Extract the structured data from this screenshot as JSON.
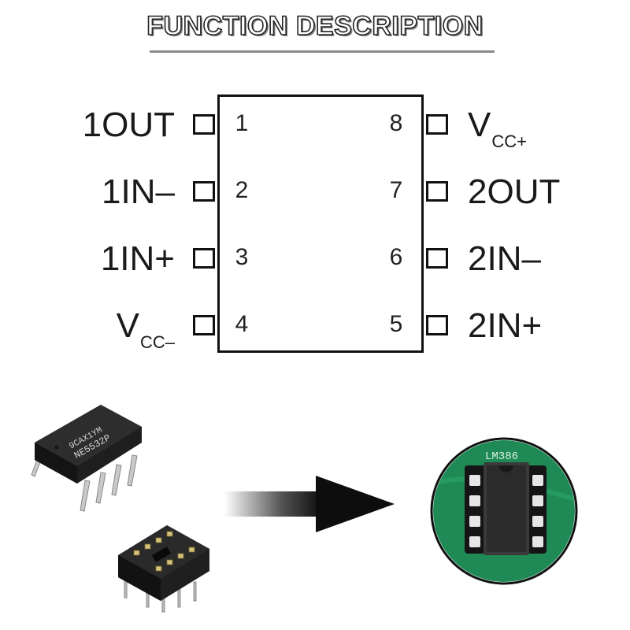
{
  "title": "FUNCTION DESCRIPTION",
  "pins_left": [
    {
      "number": "1",
      "label": "1OUT",
      "sub": ""
    },
    {
      "number": "2",
      "label": "1IN–",
      "sub": ""
    },
    {
      "number": "3",
      "label": "1IN+",
      "sub": ""
    },
    {
      "number": "4",
      "label": "V",
      "sub": "CC–"
    }
  ],
  "pins_right": [
    {
      "number": "8",
      "label": "V",
      "sub": "CC+"
    },
    {
      "number": "7",
      "label": "2OUT",
      "sub": ""
    },
    {
      "number": "6",
      "label": "2IN–",
      "sub": ""
    },
    {
      "number": "5",
      "label": "2IN+",
      "sub": ""
    }
  ],
  "chip_marking": [
    "9CAX1YM",
    "NE5532P"
  ],
  "board_marking": "LM386",
  "colors": {
    "pcb": "#1f8a55",
    "chip": "#2a2a2a",
    "outline": "#111111"
  }
}
